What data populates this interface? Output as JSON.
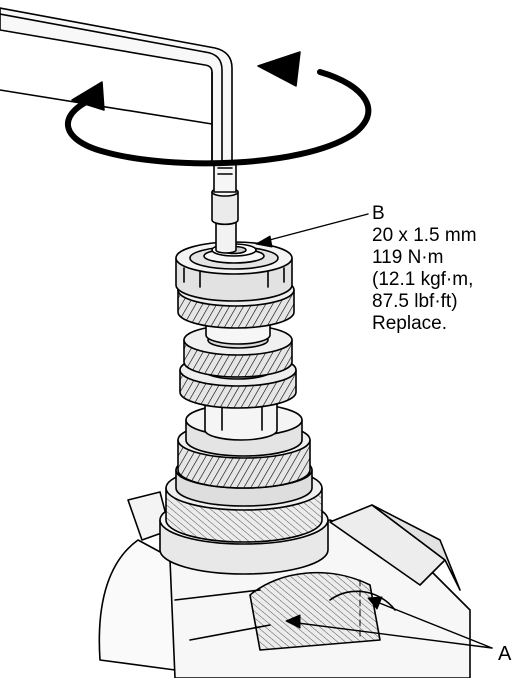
{
  "callouts": {
    "b": {
      "letter": "B",
      "lines": [
        "20 x 1.5 mm",
        "119 N·m",
        "(12.1 kgf·m,",
        "87.5 lbf·ft)",
        "Replace."
      ]
    },
    "a": {
      "letter": "A"
    }
  },
  "colors": {
    "line": "#000000",
    "metal_light": "#f2f2f2",
    "metal_mid": "#dcdcdc",
    "metal_dark": "#b8b8b8"
  },
  "icons": {
    "rotation": "rotation-arrow-icon"
  }
}
